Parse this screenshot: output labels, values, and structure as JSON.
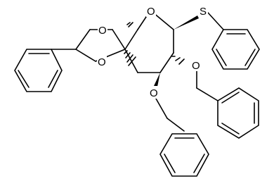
{
  "atoms": {
    "ring_oxygen_upper_left": "O",
    "ring_oxygen_lower_left": "O",
    "ring_oxygen_pyranose": "O",
    "thioether_sulfur": "S",
    "ether_oxygen_c2": "O",
    "ether_oxygen_c3": "O"
  },
  "colors": {
    "bond": "#000000",
    "background": "#ffffff"
  }
}
